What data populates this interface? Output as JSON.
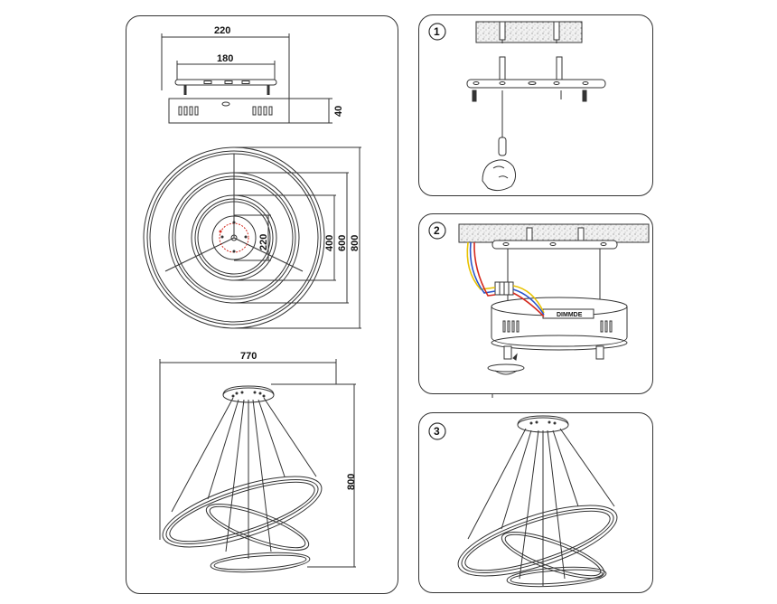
{
  "left_panel": {
    "top_view": {
      "width_outer": "220",
      "width_inner": "180",
      "height": "40"
    },
    "plan_view": {
      "center_diameter": "220",
      "ring_diameters": [
        "400",
        "600",
        "800"
      ]
    },
    "side_view": {
      "total_width": "770",
      "total_height": "800"
    }
  },
  "steps": [
    {
      "number": "1"
    },
    {
      "number": "2",
      "dimmer_label": "DIMMDE"
    },
    {
      "number": "3"
    }
  ],
  "colors": {
    "line": "#333333",
    "wire_yellow": "#e8c200",
    "wire_blue": "#2a56c9",
    "wire_red": "#d42a1e",
    "center_red": "#d42a1e"
  }
}
